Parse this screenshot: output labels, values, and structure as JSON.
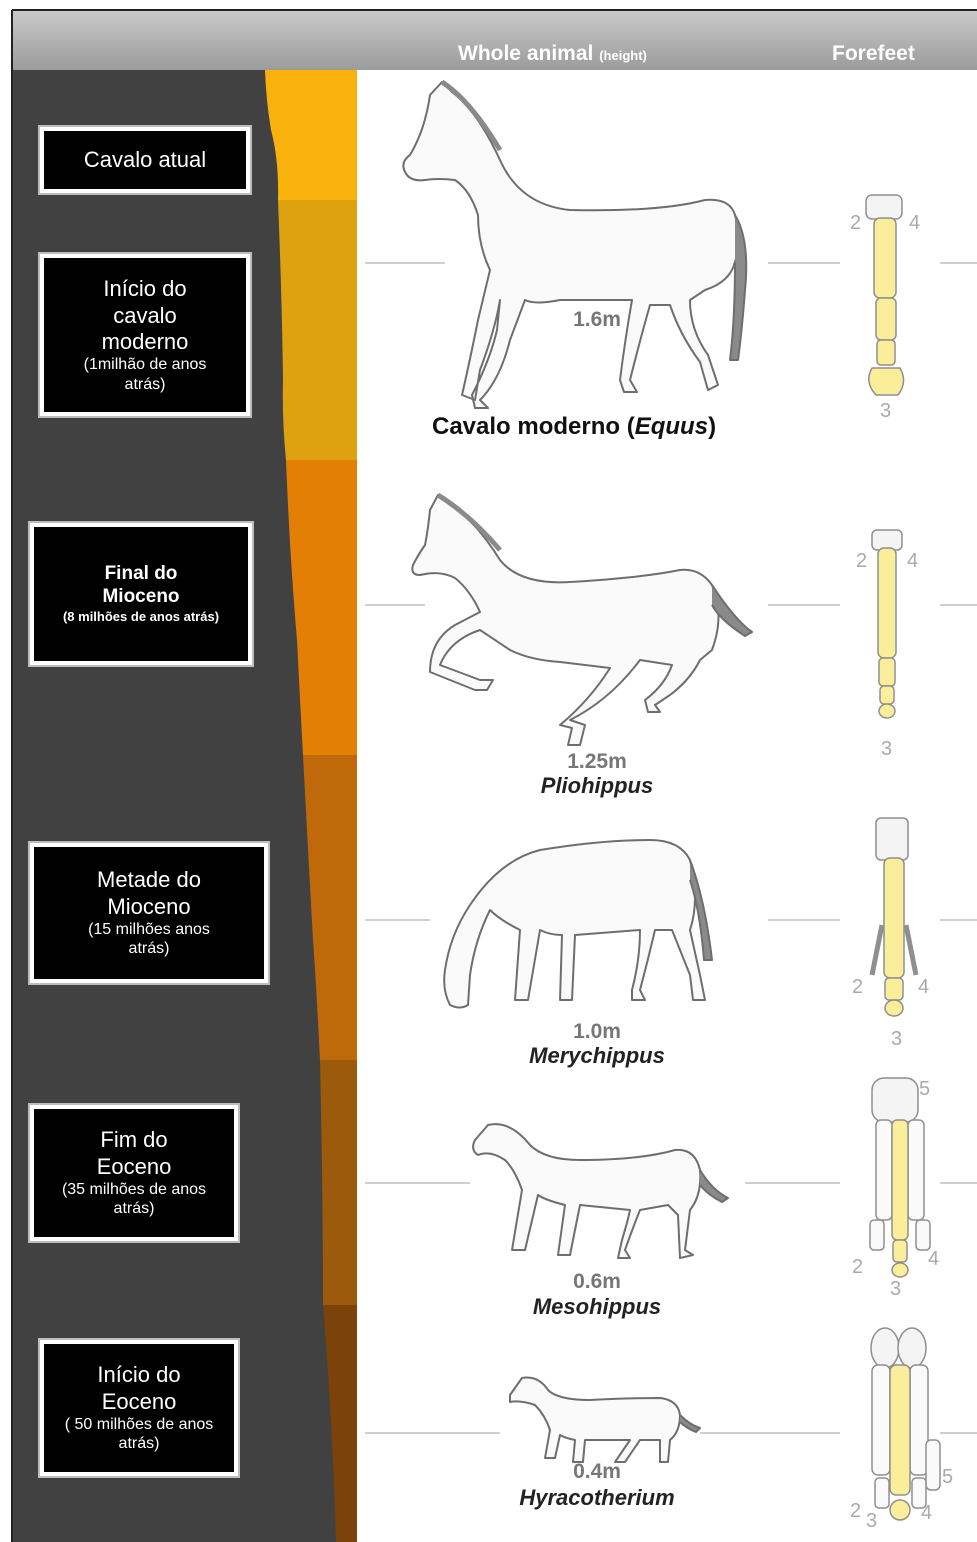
{
  "header": {
    "whole_animal": "Whole animal",
    "whole_animal_note": "(height)",
    "forefeet": "Forefeet"
  },
  "eras": [
    {
      "title": "Cavalo atual",
      "sub": ""
    },
    {
      "title": "Início do cavalo moderno",
      "sub": "(1milhão de anos atrás)"
    },
    {
      "title": "Final do Mioceno",
      "sub": "(8 milhões de anos atrás)"
    },
    {
      "title": "Metade do Mioceno",
      "sub": "(15 milhões anos atrás)"
    },
    {
      "title": "Fim do Eoceno",
      "sub": "(35 milhões de anos atrás)"
    },
    {
      "title": "Início do Eoceno",
      "sub": "( 50 milhões de anos atrás)"
    }
  ],
  "animals": [
    {
      "height": "1.6m",
      "name_common": "Cavalo moderno",
      "name_latin": "Equus",
      "digits": [
        "2",
        "4",
        "3"
      ]
    },
    {
      "height": "1.25m",
      "name": "Pliohippus",
      "digits": [
        "2",
        "4",
        "3"
      ]
    },
    {
      "height": "1.0m",
      "name": "Merychippus",
      "digits": [
        "2",
        "4",
        "3"
      ]
    },
    {
      "height": "0.6m",
      "name": "Mesohippus",
      "digits": [
        "5",
        "2",
        "4",
        "3"
      ]
    },
    {
      "height": "0.4m",
      "name": "Hyracotherium",
      "digits": [
        "5",
        "2",
        "3",
        "4"
      ]
    }
  ],
  "colors": {
    "panel": "#414141",
    "header_band": "#a6a6a6",
    "strata": [
      "#f9b10c",
      "#dea210",
      "#e47f06",
      "#c0690b",
      "#9b5a0c",
      "#7b4309"
    ],
    "bone": "#fbee9a"
  }
}
